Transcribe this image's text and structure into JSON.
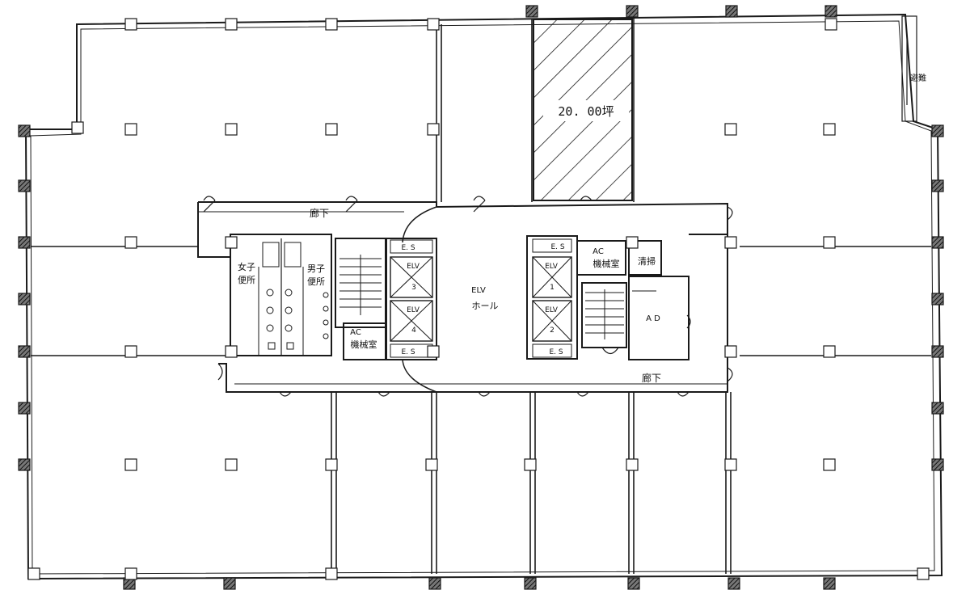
{
  "plan": {
    "rental_area": "20. 00坪",
    "corridor_north": "廊下",
    "corridor_south": "廊下",
    "toilet_female": [
      "女子",
      "便所"
    ],
    "toilet_male": [
      "男子",
      "便所"
    ],
    "ac_room_west": [
      "AC",
      "機械室"
    ],
    "ac_room_east": [
      "AC",
      "機械室"
    ],
    "cleaning_room": "清掃",
    "ad_room": "A D",
    "elv_hall": [
      "ELV",
      "ホール"
    ],
    "es_labels": [
      "E. S",
      "E. S",
      "E. S",
      "E. S"
    ],
    "elevators": [
      {
        "label": "ELV",
        "num": "3"
      },
      {
        "label": "ELV",
        "num": "4"
      },
      {
        "label": "ELV",
        "num": "1"
      },
      {
        "label": "ELV",
        "num": "2"
      }
    ],
    "corner_label": "避難"
  },
  "colors": {
    "line": "#1a1a1a",
    "column_fill": "#3a3a3a",
    "background": "#ffffff"
  }
}
